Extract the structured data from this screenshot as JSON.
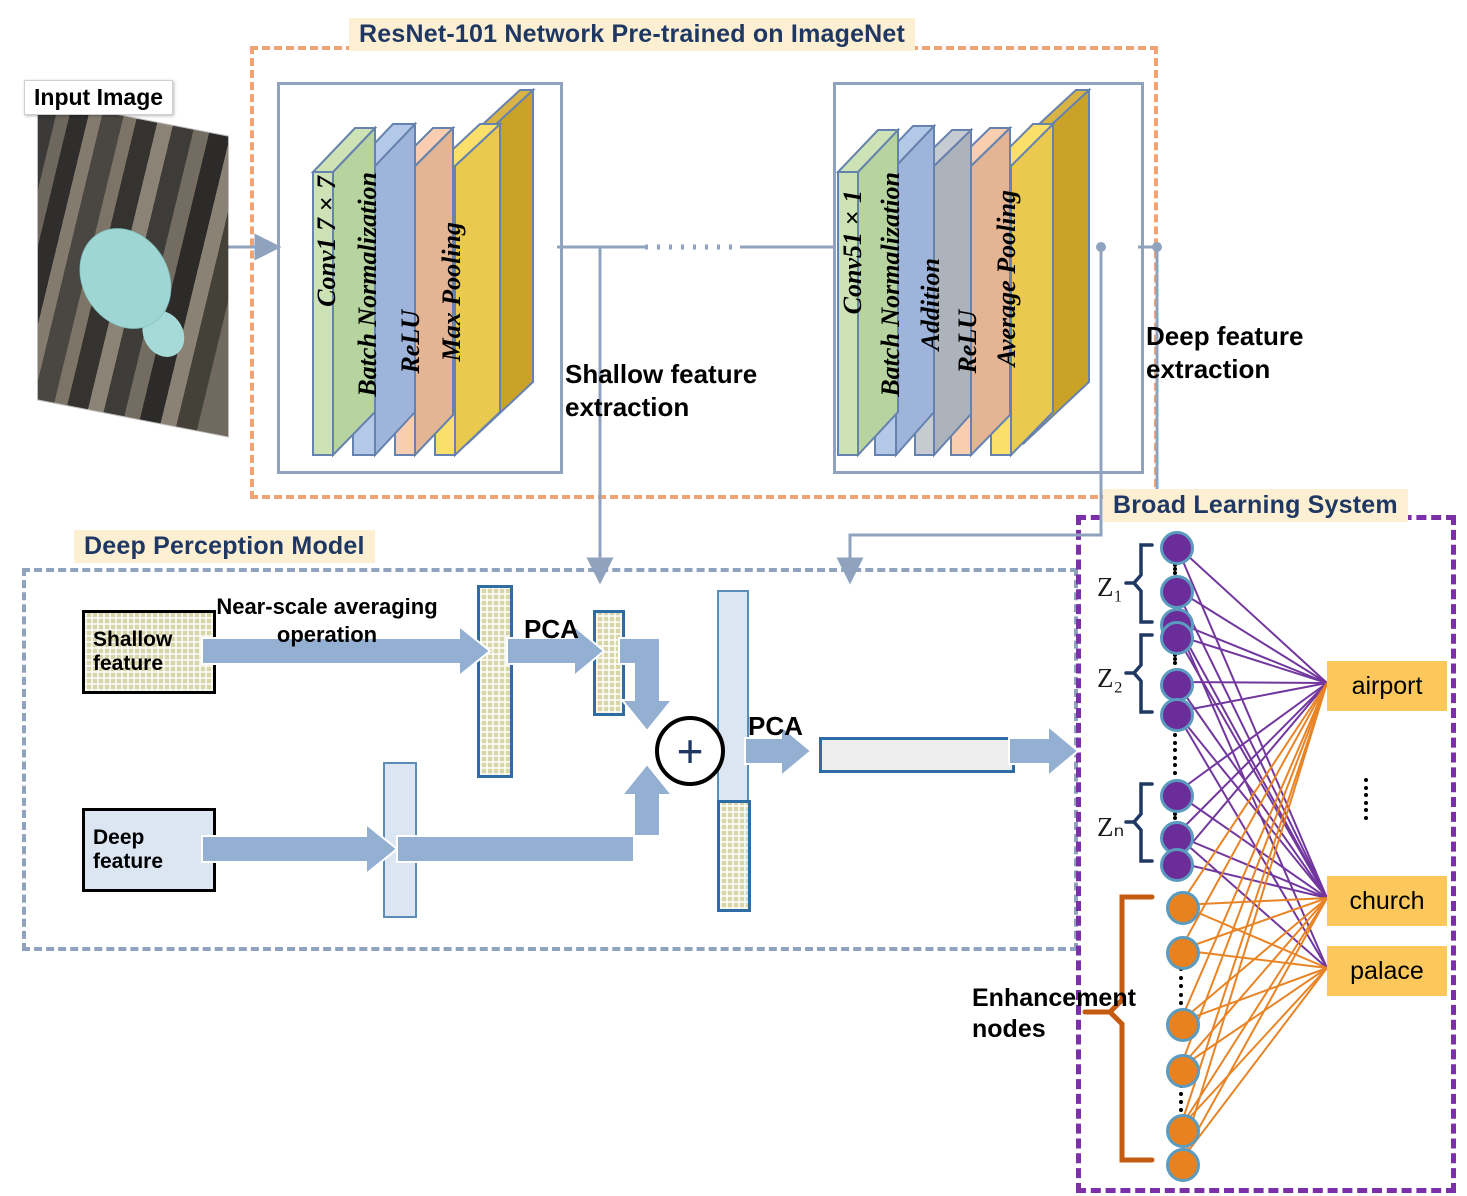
{
  "figure": {
    "kind": "architecture-diagram",
    "title_resnet": "ResNet-101 Network Pre-trained on ImageNet",
    "title_dpm": "Deep Perception Model",
    "title_bls": "Broad Learning  System"
  },
  "input": {
    "caption": "Input Image"
  },
  "resnet": {
    "block1": {
      "layers": [
        {
          "name": "Conv1 7×7",
          "color": "#CDE3B6"
        },
        {
          "name": "Batch Normalization",
          "color": "#B4C8E8"
        },
        {
          "name": "ReLU",
          "color": "#F8CDB0"
        },
        {
          "name": "Max Pooling",
          "color": "#FAE06A"
        }
      ],
      "slab_color": "#C9A227"
    },
    "block2": {
      "layers": [
        {
          "name": "Conv51×1",
          "color": "#CDE3B6"
        },
        {
          "name": "Batch Normalization",
          "color": "#B4C8E8"
        },
        {
          "name": "Addition",
          "color": "#C6CBD1"
        },
        {
          "name": "ReLU",
          "color": "#F8CDB0"
        },
        {
          "name": "Average Pooling",
          "color": "#FAE06A"
        }
      ],
      "slab_color": "#C9A227"
    },
    "label_shallow": "Shallow feature\nextraction",
    "label_deep": "Deep feature\nextraction"
  },
  "dpm": {
    "shallow_feature_label": "Shallow\nfeature",
    "deep_feature_label": "Deep\nfeature",
    "near_scale_label": "Near-scale averaging\noperation",
    "pca_1": "PCA",
    "pca_2": "PCA",
    "sum_symbol": "+"
  },
  "bls": {
    "group_labels": [
      "Z₁",
      "Z₂",
      "Zₙ"
    ],
    "group_labels_plain": [
      "Z1",
      "Z2",
      "Zn"
    ],
    "enhancement_label": "Enhancement\nnodes",
    "outputs": [
      "airport",
      "church",
      "palace"
    ],
    "feature_node_count": 9,
    "enhancement_node_count": 6,
    "colors": {
      "feature_node": "#6B2D99",
      "enhancement_node": "#E8811F",
      "node_border": "#5A9BBF",
      "feature_link": "#6B2D99",
      "enhancement_link": "#E8811F",
      "panel_border": "#7B2FA8",
      "output_chip": "#FCC85B"
    }
  },
  "palette": {
    "resnet_border": "#F2A373",
    "dpm_border": "#8FA3BF",
    "chip_bg": "#FCEFD2",
    "chip_text": "#1F3763",
    "arrow_fill": "#93AFD2",
    "connector": "#8FA3BF"
  }
}
